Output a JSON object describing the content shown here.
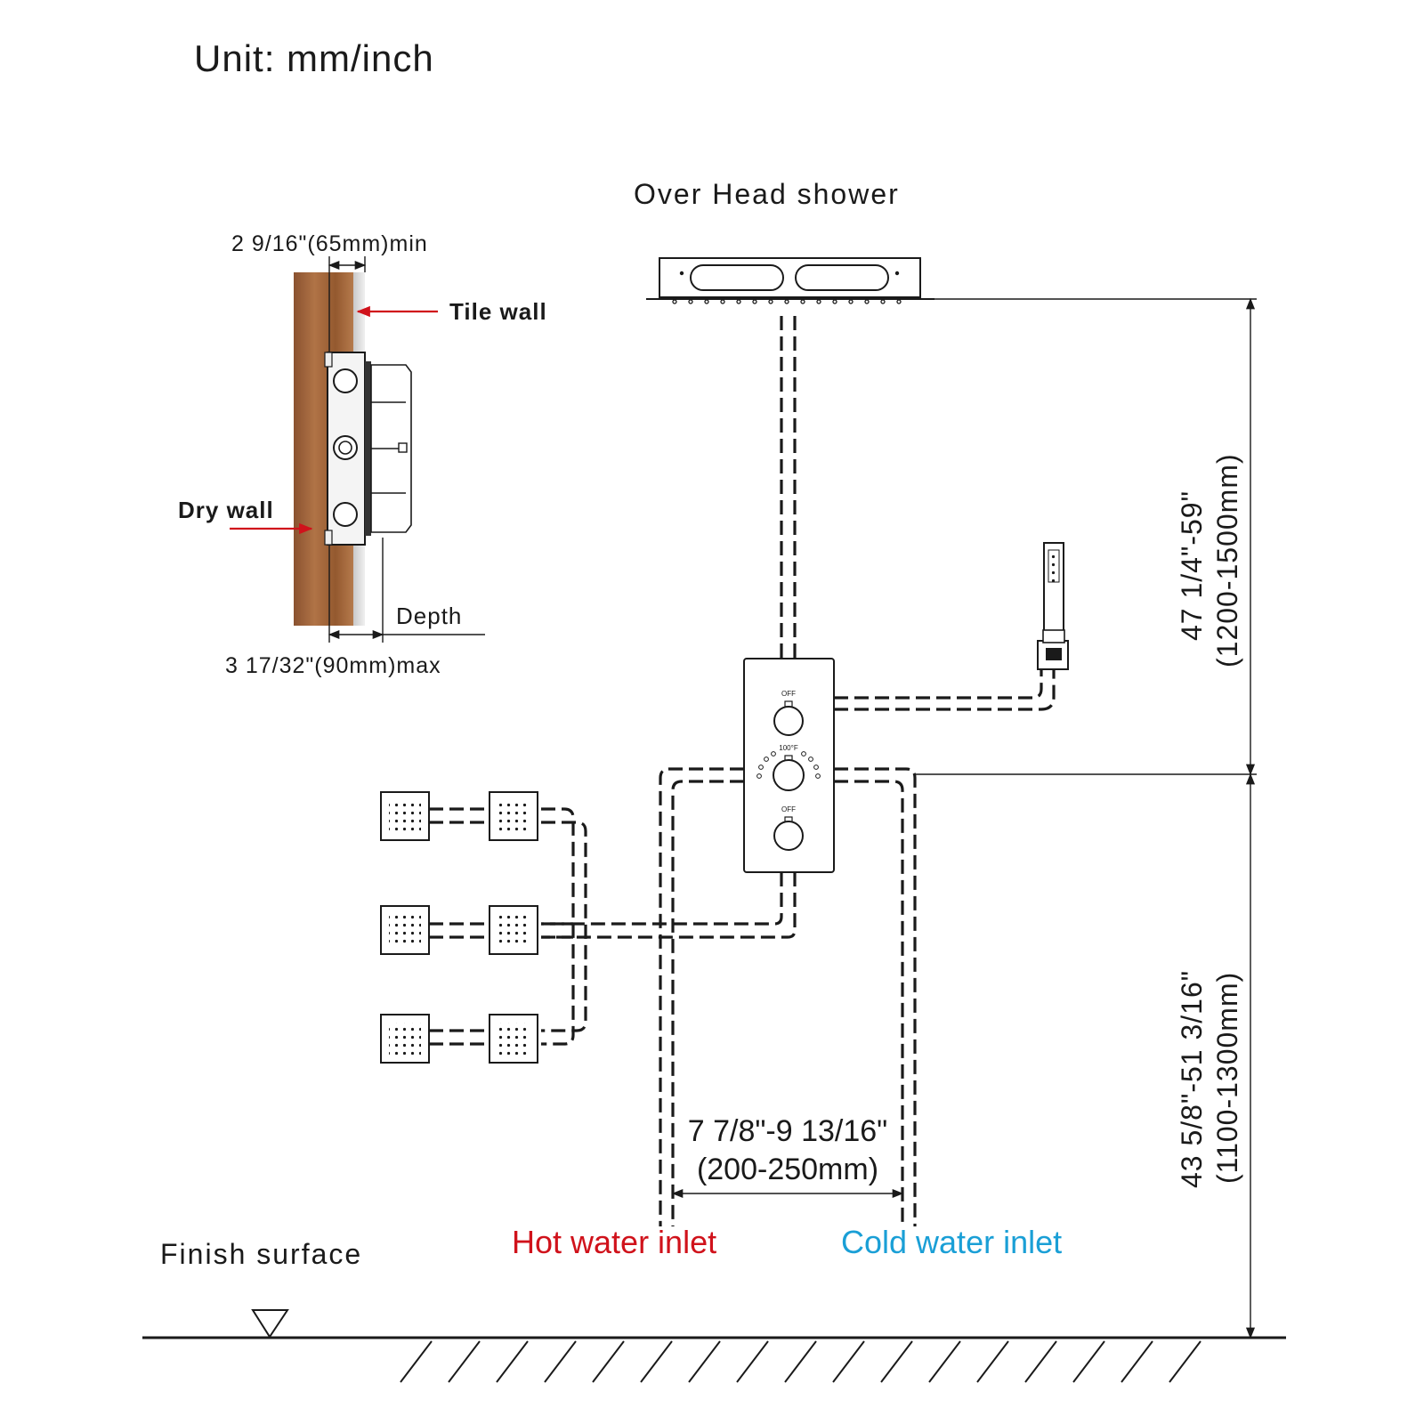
{
  "unit_label": "Unit: mm/inch",
  "overhead_label": "Over Head shower",
  "min_depth_label": "2 9/16\"(65mm)min",
  "tile_wall_label": "Tile wall",
  "dry_wall_label": "Dry wall",
  "depth_label": "Depth",
  "max_depth_label": "3 17/32\"(90mm)max",
  "upper_height": {
    "inch": "47 1/4\"-59\"",
    "mm": "(1200-1500mm)"
  },
  "lower_height": {
    "inch": "43 5/8\"-51  3/16\"",
    "mm": "(1100-1300mm)"
  },
  "inlet_spacing": {
    "inch": "7 7/8\"-9 13/16\"",
    "mm": "(200-250mm)"
  },
  "hot_inlet_label": "Hot water inlet",
  "cold_inlet_label": "Cold water inlet",
  "finish_surface_label": "Finish surface",
  "valve_labels": {
    "top": "OFF",
    "middle": "100°F",
    "bottom": "OFF"
  },
  "colors": {
    "hot": "#d0121b",
    "cold": "#1a9fd6",
    "arrow": "#d0121b",
    "wood": "#a0643a",
    "line": "#1a1a1a"
  }
}
